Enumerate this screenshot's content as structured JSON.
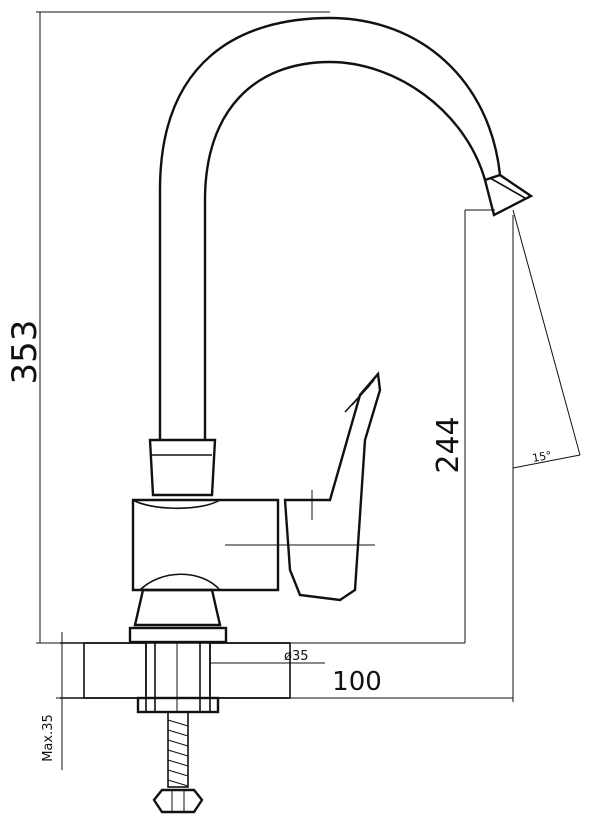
{
  "dimensions": {
    "height_total": "353",
    "spout_height": "244",
    "reach": "100",
    "hole_diameter": "ø35",
    "max_thickness": "Max.35",
    "swivel_angle": "15°"
  }
}
